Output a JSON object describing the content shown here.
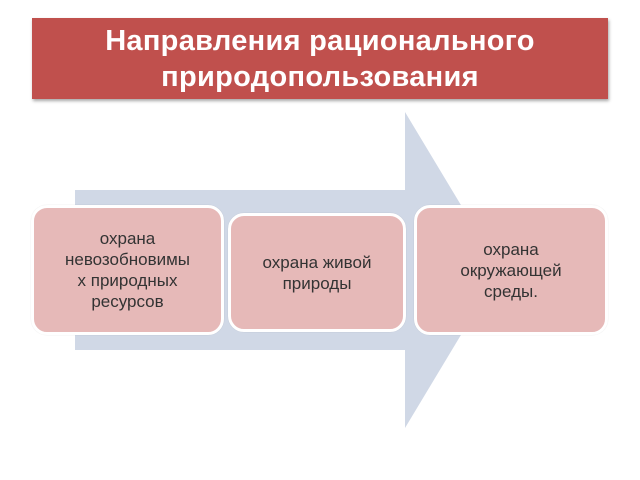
{
  "title": "Направления рационального\nприродопользования",
  "colors": {
    "title_bg": "#c0504d",
    "arrow": "#d0d8e6",
    "box_fill": "#e6b9b8"
  },
  "items": [
    {
      "label": "охрана\nневозобновимы\nх природных\nресурсов"
    },
    {
      "label": "охрана живой\nприроды"
    },
    {
      "label": "охрана\nокружающей\nсреды."
    }
  ]
}
